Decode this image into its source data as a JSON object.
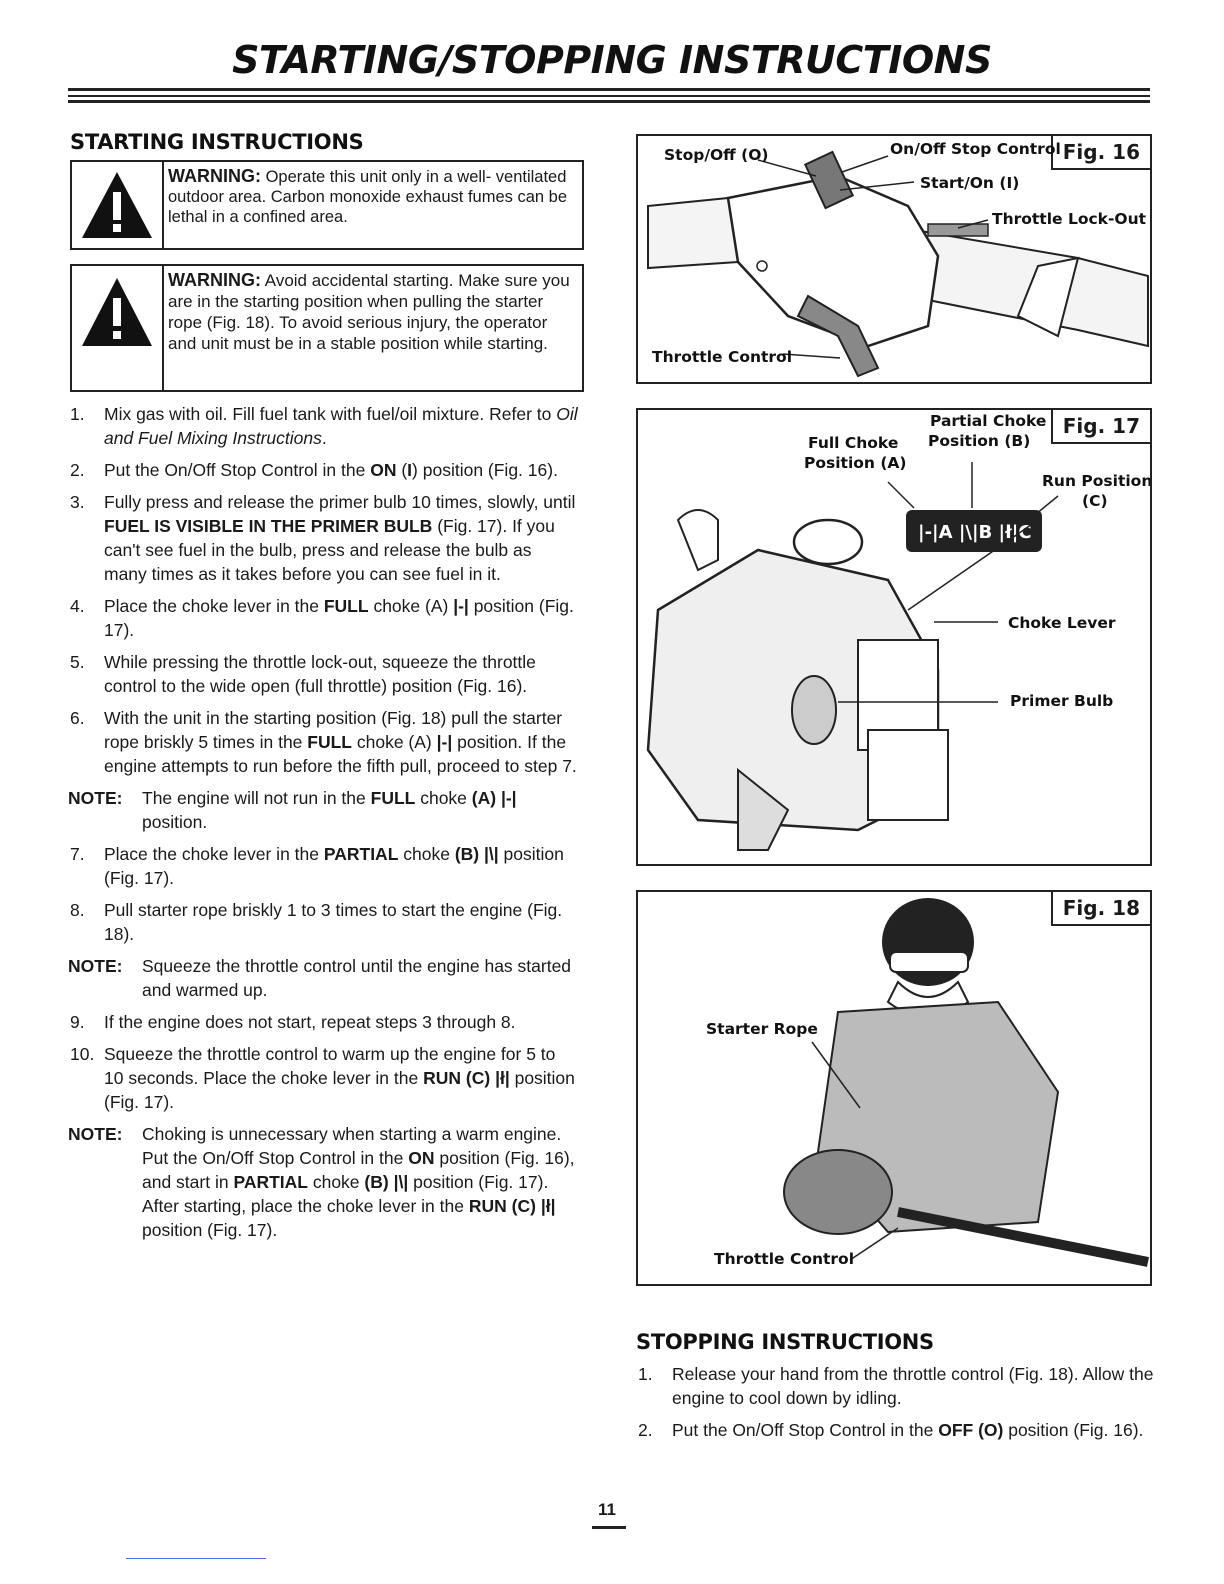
{
  "page_title": "STARTING/STOPPING INSTRUCTIONS",
  "starting": {
    "heading": "STARTING INSTRUCTIONS",
    "warning1": {
      "label": "WARNING:",
      "text": " Operate this unit only in a well- ventilated outdoor area. Carbon monoxide exhaust fumes can be lethal in a confined area."
    },
    "warning2": {
      "label": "WARNING:",
      "text": " Avoid accidental starting. Make sure you are in the starting position when pulling the starter rope (Fig. 18). To avoid serious injury, the operator and unit must be in a stable position while starting."
    },
    "steps": [
      {
        "num": "1.",
        "parts": [
          "Mix gas with oil. Fill fuel tank with fuel/oil mixture. Refer to ",
          "Oil and Fuel Mixing Instructions",
          "."
        ]
      },
      {
        "num": "2.",
        "parts": [
          "Put the On/Off Stop Control in the ",
          "ON",
          " (",
          "I",
          ") position (Fig. 16)."
        ]
      },
      {
        "num": "3.",
        "parts": [
          "Fully press and release the primer bulb 10 times, slowly, until ",
          "FUEL IS VISIBLE IN THE PRIMER BULB",
          " (Fig. 17). If you can't see fuel in the bulb, press and release the bulb as many times as it takes before you can see fuel in it."
        ]
      },
      {
        "num": "4.",
        "parts": [
          "Place the choke lever in the ",
          "FULL",
          " choke (A) ",
          "|-|",
          " position (Fig. 17)."
        ]
      },
      {
        "num": "5.",
        "parts": [
          "While pressing the throttle lock-out, squeeze the throttle control to the wide open (full throttle) position (Fig. 16)."
        ]
      },
      {
        "num": "6.",
        "parts": [
          "With the unit in the starting position (Fig. 18) pull the starter rope briskly 5 times in the ",
          "FULL",
          " choke (A) ",
          "|-|",
          " position. If the engine attempts to run before the fifth pull, proceed to step 7."
        ]
      }
    ],
    "note1": {
      "label": "NOTE:",
      "parts": [
        "The engine will not run in the ",
        "FULL",
        " choke ",
        "(A)",
        " ",
        "|-|",
        " position."
      ]
    },
    "steps2": [
      {
        "num": "7.",
        "parts": [
          "Place the choke lever in the ",
          "PARTIAL",
          " choke ",
          "(B)",
          " ",
          "|\\|",
          " position (Fig. 17)."
        ]
      },
      {
        "num": "8.",
        "parts": [
          "Pull starter rope briskly 1 to 3 times to start the engine (Fig. 18)."
        ]
      }
    ],
    "note2": {
      "label": "NOTE:",
      "parts": [
        "Squeeze the throttle control until the engine has started and warmed up."
      ]
    },
    "steps3": [
      {
        "num": "9.",
        "parts": [
          "If the engine does not start, repeat steps 3 through 8."
        ]
      },
      {
        "num": "10.",
        "parts": [
          "Squeeze the throttle control to warm up the engine for 5 to 10 seconds. Place the choke lever in the ",
          "RUN",
          " ",
          "(C)",
          " ",
          "|ł|",
          " position (Fig. 17)."
        ]
      }
    ],
    "note3": {
      "label": "NOTE:",
      "parts": [
        "Choking is unnecessary when starting a warm engine. Put the On/Off Stop Control in the ",
        "ON",
        " position (Fig. 16), and start in ",
        "PARTIAL",
        " choke ",
        "(B)",
        " ",
        "|\\|",
        " position (Fig. 17). After starting, place the choke lever in the ",
        "RUN",
        " ",
        "(C)",
        " ",
        "|ł|",
        " position (Fig. 17)."
      ]
    }
  },
  "fig16": {
    "tag": "Fig. 16",
    "stop_off": "Stop/Off (O)",
    "on_off_stop_control": "On/Off Stop Control",
    "start_on": "Start/On (I)",
    "throttle_lockout": "Throttle Lock-Out",
    "throttle_control": "Throttle Control"
  },
  "fig17": {
    "tag": "Fig. 17",
    "partial_choke_1": "Partial Choke",
    "partial_choke_2": "Position (B)",
    "full_choke_1": "Full Choke",
    "full_choke_2": "Position (A)",
    "run_position_1": "Run Position",
    "run_position_2": "(C)",
    "choke_lever": "Choke Lever",
    "primer_bulb": "Primer Bulb",
    "dial": "|-|A |\\|B |ł|C"
  },
  "fig18": {
    "tag": "Fig. 18",
    "starter_rope": "Starter Rope",
    "throttle_control": "Throttle Control"
  },
  "stopping": {
    "heading": "STOPPING INSTRUCTIONS",
    "steps": [
      {
        "num": "1.",
        "parts": [
          "Release your hand from the throttle control (Fig. 18). Allow the engine to cool down by idling."
        ]
      },
      {
        "num": "2.",
        "parts": [
          "Put the On/Off Stop Control in the ",
          "OFF (O)",
          " position (Fig. 16)."
        ]
      }
    ]
  },
  "page_number": "11"
}
